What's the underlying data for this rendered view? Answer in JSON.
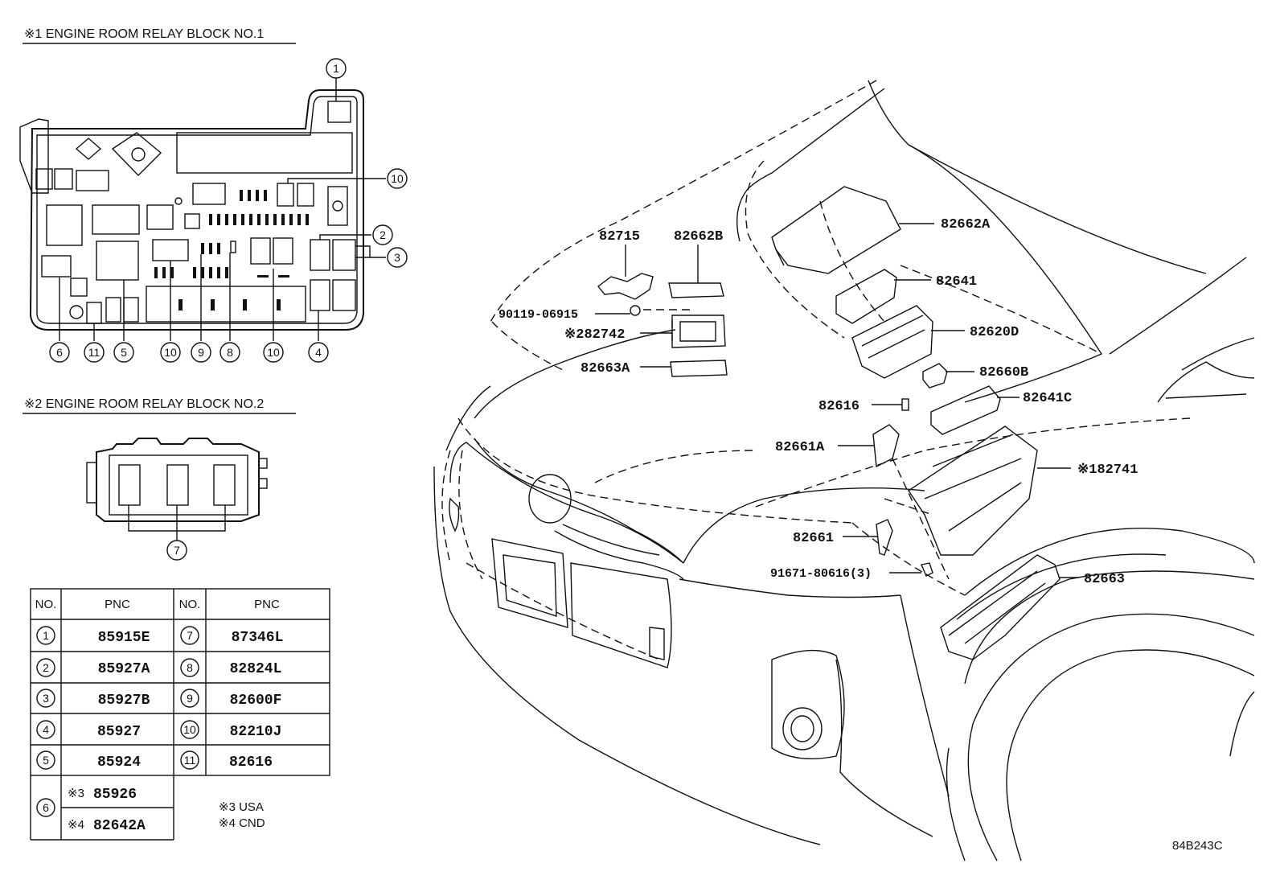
{
  "headings": {
    "block1": "※1 ENGINE ROOM RELAY BLOCK NO.1",
    "block2": "※2 ENGINE ROOM RELAY BLOCK NO.2"
  },
  "block1_callouts": [
    "1",
    "2",
    "3",
    "4",
    "6",
    "11",
    "5",
    "10",
    "9",
    "8",
    "10",
    "10"
  ],
  "block2_callouts": [
    "7"
  ],
  "table": {
    "headers": [
      "NO.",
      "PNC",
      "NO.",
      "PNC"
    ],
    "rows": [
      {
        "no_l": "1",
        "pnc_l": "85915E",
        "no_r": "7",
        "pnc_r": "87346L"
      },
      {
        "no_l": "2",
        "pnc_l": "85927A",
        "no_r": "8",
        "pnc_r": "82824L"
      },
      {
        "no_l": "3",
        "pnc_l": "85927B",
        "no_r": "9",
        "pnc_r": "82600F"
      },
      {
        "no_l": "4",
        "pnc_l": "85927",
        "no_r": "10",
        "pnc_r": "82210J"
      },
      {
        "no_l": "5",
        "pnc_l": "85924",
        "no_r": "11",
        "pnc_r": "82616"
      }
    ],
    "row6": {
      "no": "6",
      "a_mark": "※3",
      "a_pnc": "85926",
      "b_mark": "※4",
      "b_pnc": "82642A"
    }
  },
  "notes": [
    "※3 USA",
    "※4 CND"
  ],
  "parts": {
    "p82662A": "82662A",
    "p82641": "82641",
    "p82620D": "82620D",
    "p82660B": "82660B",
    "p82641C": "82641C",
    "p82741": "※182741",
    "p82663": "82663",
    "p82715": "82715",
    "p82662B": "82662B",
    "p90119": "90119-06915",
    "p82742": "※282742",
    "p82663A": "82663A",
    "p82616": "82616",
    "p82661A": "82661A",
    "p82661": "82661",
    "p91671": "91671-80616(3)"
  },
  "figure_code": "84B243C"
}
